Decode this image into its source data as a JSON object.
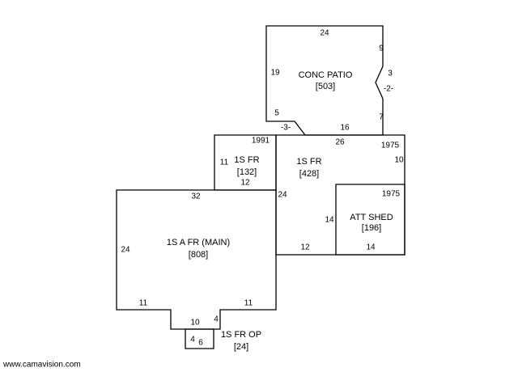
{
  "sections": {
    "patio": {
      "name": "CONC PATIO",
      "area": "[503]",
      "dims": {
        "top": "24",
        "right_upper": "9",
        "notch_depth": "3",
        "notch_len": "-2-",
        "right_lower": "7",
        "left": "19",
        "left_lower": "5",
        "bevel": "-3-",
        "bottom": "16"
      }
    },
    "fr_small": {
      "name": "1S FR",
      "area": "[132]",
      "year": "1991",
      "dims": {
        "left": "11",
        "bottom": "12"
      }
    },
    "fr_large": {
      "name": "1S FR",
      "area": "[428]",
      "year": "1975",
      "dims": {
        "top": "26",
        "right": "10",
        "left": "24",
        "bottom": "12"
      }
    },
    "shed": {
      "name": "ATT SHED",
      "area": "[196]",
      "year": "1975",
      "dims": {
        "left": "14",
        "bottom": "14"
      }
    },
    "main": {
      "name": "1S A FR (MAIN)",
      "area": "[808]",
      "dims": {
        "top": "32",
        "left": "24",
        "bottom_left": "11",
        "bottom_right": "11",
        "step": "10",
        "step_side": "4"
      }
    },
    "porch": {
      "name": "1S FR OP",
      "area": "[24]",
      "dims": {
        "left": "4",
        "bottom": "6"
      }
    }
  },
  "credit": "www.camavision.com",
  "colors": {
    "line": "#000000",
    "background": "#ffffff"
  }
}
